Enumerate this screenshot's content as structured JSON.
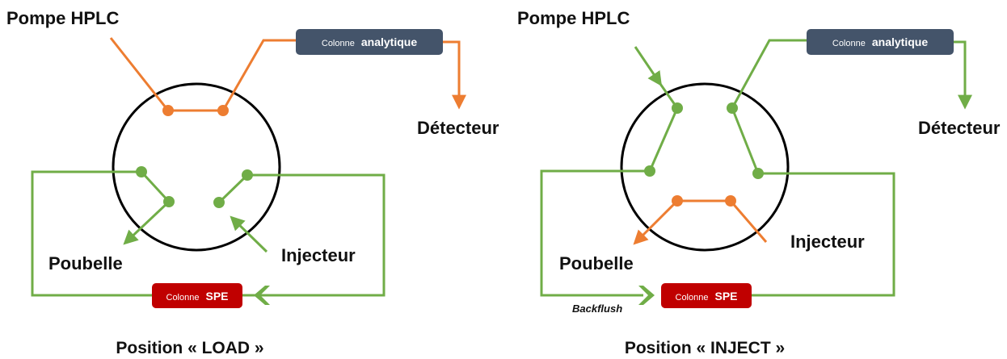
{
  "load": {
    "pump_label": "Pompe HPLC",
    "analytical_column_small": "Colonne",
    "analytical_column_big": "analytique",
    "detector_label": "Détecteur",
    "waste_label": "Poubelle",
    "injector_label": "Injecteur",
    "spe_column_small": "Colonne",
    "spe_column_big": "SPE",
    "caption": "Position « LOAD »"
  },
  "inject": {
    "pump_label": "Pompe HPLC",
    "analytical_column_small": "Colonne",
    "analytical_column_big": "analytique",
    "detector_label": "Détecteur",
    "waste_label": "Poubelle",
    "injector_label": "Injecteur",
    "spe_column_small": "Colonne",
    "spe_column_big": "SPE",
    "backflush_label": "Backflush",
    "caption": "Position « INJECT »"
  },
  "colors": {
    "orange_flow": "#ED7D31",
    "green_flow": "#70AD47",
    "analytical_column": "#44546A",
    "spe_column": "#C00000"
  }
}
